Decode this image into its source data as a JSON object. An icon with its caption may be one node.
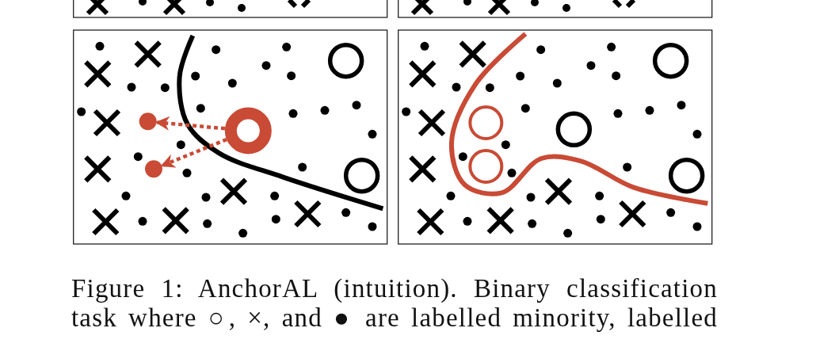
{
  "diagram": {
    "caption": "Figure 1: AnchorAL (intuition). Binary classification task where ○, ×, and ● are labelled minority, labelled",
    "nodes": [
      {
        "text": [],
        "shape": "circle"
      },
      {
        "text": [],
        "shape": "circle"
      },
      {
        "text": [],
        "shape": "circle"
      },
      {
        "text": [],
        "shape": "circle"
      },
      {
        "text": [],
        "shape": "circle"
      }
    ],
    "edges": [
      {
        "from": 0,
        "to": 1,
        "arrow": "to",
        "style": "dashed"
      },
      {
        "from": 0,
        "to": 2,
        "arrow": "to",
        "style": "dashed"
      }
    ]
  }
}
